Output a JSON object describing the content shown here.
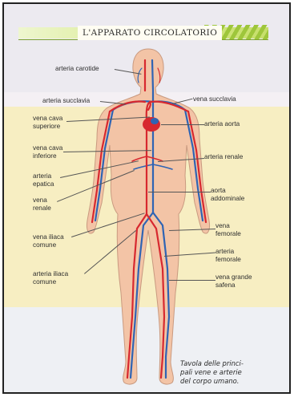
{
  "title": "L'APPARATO CIRCOLATORIO",
  "labels": {
    "arteria_carotide": "arteria carotide",
    "arteria_succlavia": "arteria succlavia",
    "vena_succlavia": "vena succlavia",
    "vena_cava_superiore_1": "vena cava",
    "vena_cava_superiore_2": "superiore",
    "arteria_aorta": "arteria aorta",
    "vena_cava_inferiore_1": "vena cava",
    "vena_cava_inferiore_2": "inferiore",
    "arteria_renale": "arteria renale",
    "arteria_epatica_1": "arteria",
    "arteria_epatica_2": "epatica",
    "aorta_addominale_1": "aorta",
    "aorta_addominale_2": "addominale",
    "vena_renale_1": "vena",
    "vena_renale_2": "renale",
    "vena_femorale_1": "vena",
    "vena_femorale_2": "femorale",
    "vena_iliaca_comune_1": "vena iliaca",
    "vena_iliaca_comune_2": "comune",
    "arteria_femorale_1": "arteria",
    "arteria_femorale_2": "femorale",
    "arteria_iliaca_comune_1": "arteria iliaca",
    "arteria_iliaca_comune_2": "comune",
    "vena_grande_safena_1": "vena grande",
    "vena_grande_safena_2": "safena"
  },
  "caption": {
    "line1": "Tavola delle princi-",
    "line2": "pali vene e arterie",
    "line3": "del corpo umano."
  },
  "colors": {
    "skin": "#f3c4a6",
    "skin_edge": "#c99a80",
    "artery": "#d7282f",
    "vein": "#2f64b4",
    "accent_green": "#9ec63b"
  }
}
